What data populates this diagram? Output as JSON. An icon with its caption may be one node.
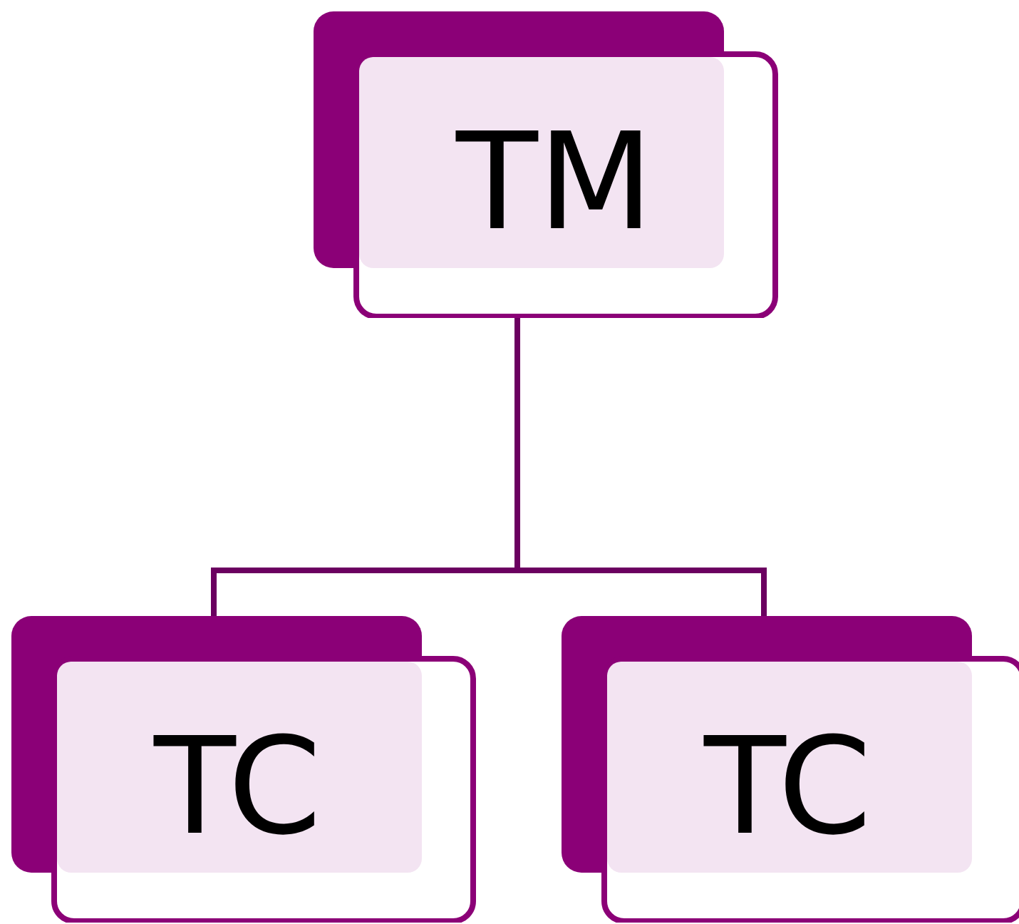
{
  "diagram": {
    "nodes": [
      {
        "text": [
          "TM"
        ]
      },
      {
        "text": [
          "TC"
        ]
      },
      {
        "text": [
          "TC"
        ]
      }
    ],
    "edges": [
      {
        "from": 0,
        "to": 1,
        "arrow": "none"
      },
      {
        "from": 0,
        "to": 2,
        "arrow": "none"
      }
    ]
  }
}
